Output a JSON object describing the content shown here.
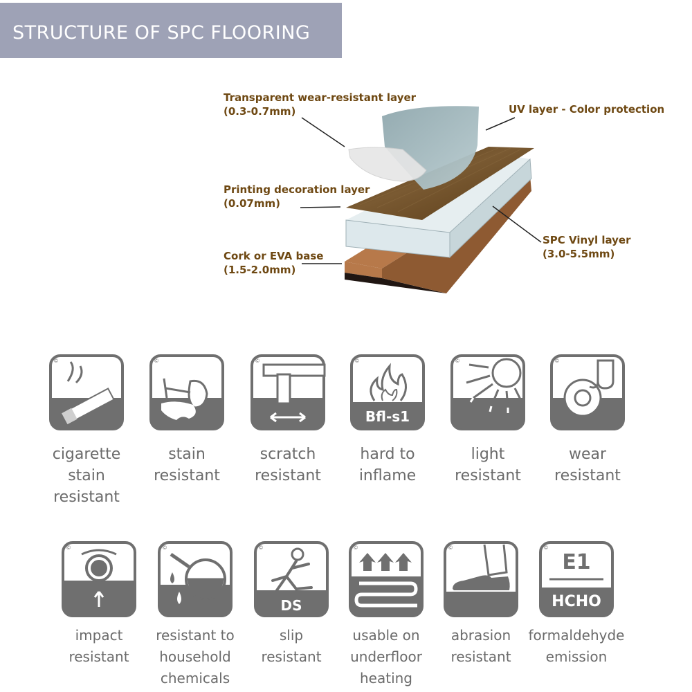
{
  "header": {
    "title": "STRUCTURE OF SPC FLOORING"
  },
  "layers": {
    "wear": {
      "name": "Transparent wear-resistant layer",
      "spec": "(0.3-0.7mm)"
    },
    "uv": {
      "name": "UV layer - Color protection"
    },
    "print": {
      "name": "Printing decoration layer",
      "spec": "(0.07mm)"
    },
    "spc": {
      "name": "SPC Vinyl layer",
      "spec": "(3.0-5.5mm)"
    },
    "base": {
      "name": "Cork or EVA base",
      "spec": "(1.5-2.0mm)"
    }
  },
  "colors": {
    "banner": "#9ea2b6",
    "label_brown": "#6e4812",
    "icon_gray": "#6f6f6f",
    "caption_gray": "#6b6b6b",
    "wood": "#6b4a24",
    "spc_core": "#dde8ec",
    "cork": "#b7794a"
  },
  "features": {
    "row1": [
      {
        "icon": "cigarette-icon",
        "lines": [
          "cigarette",
          "stain",
          "resistant"
        ]
      },
      {
        "icon": "wine-glass-icon",
        "lines": [
          "stain",
          "resistant"
        ]
      },
      {
        "icon": "chair-leg-icon",
        "lines": [
          "scratch",
          "resistant"
        ]
      },
      {
        "icon": "flame-icon",
        "lines": [
          "hard to",
          "inflame"
        ],
        "badge": "Bfl-s1"
      },
      {
        "icon": "sun-icon",
        "lines": [
          "light",
          "resistant"
        ]
      },
      {
        "icon": "caster-wheel-icon",
        "lines": [
          "wear",
          "resistant"
        ]
      }
    ],
    "row2": [
      {
        "icon": "impact-ball-icon",
        "lines": [
          "impact",
          "resistant"
        ]
      },
      {
        "icon": "chemical-flask-icon",
        "lines": [
          "resistant to",
          "household",
          "chemicals"
        ]
      },
      {
        "icon": "slipping-person-icon",
        "lines": [
          "slip",
          "resistant"
        ],
        "badge": "DS"
      },
      {
        "icon": "heating-arrows-icon",
        "lines": [
          "usable on",
          "underfloor",
          "heating"
        ]
      },
      {
        "icon": "shoe-icon",
        "lines": [
          "abrasion",
          "resistant"
        ]
      },
      {
        "icon": "e1-label-icon",
        "lines": [
          "formaldehyde",
          "emission"
        ],
        "badge": "E1",
        "badge2": "HCHO"
      }
    ]
  }
}
